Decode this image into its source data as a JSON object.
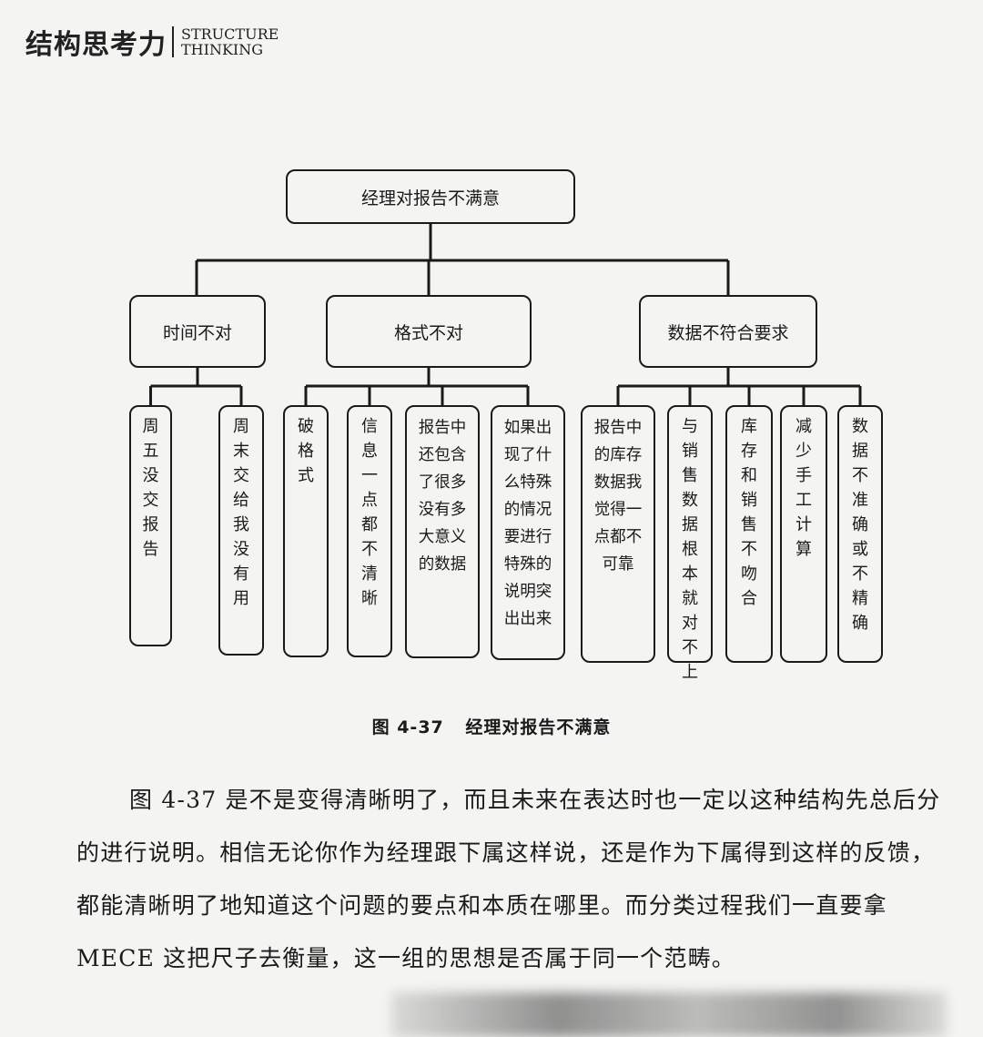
{
  "header": {
    "title_cn": "结构思考力",
    "title_en_line1": "STRUCTURE",
    "title_en_line2": "THINKING"
  },
  "diagram": {
    "root": "经理对报告不满意",
    "branches": [
      {
        "label": "时间不对",
        "leaves": [
          "周五没交报告",
          "周末交给我没有用"
        ]
      },
      {
        "label": "格式不对",
        "leaves": [
          "破格式",
          "信息一点都不清晰",
          "报告中还包含了很多没有多大意义的数据",
          "如果出现了什么特殊的情况要进行特殊的说明突出出来"
        ]
      },
      {
        "label": "数据不符合要求",
        "leaves": [
          "报告中的库存数据我觉得一点都不可靠",
          "与销售数据根本就对不上",
          "库存和销售不吻合",
          "减少手工计算",
          "数据不准确或不精确"
        ]
      }
    ]
  },
  "caption": {
    "number": "图 4-37",
    "title": "经理对报告不满意"
  },
  "body": {
    "paragraph": "图 4-37 是不是变得清晰明了，而且未来在表达时也一定以这种结构先总后分的进行说明。相信无论你作为经理跟下属这样说，还是作为下属得到这样的反馈，都能清晰明了地知道这个问题的要点和本质在哪里。而分类过程我们一直要拿 MECE 这把尺子去衡量，这一组的思想是否属于同一个范畴。"
  }
}
